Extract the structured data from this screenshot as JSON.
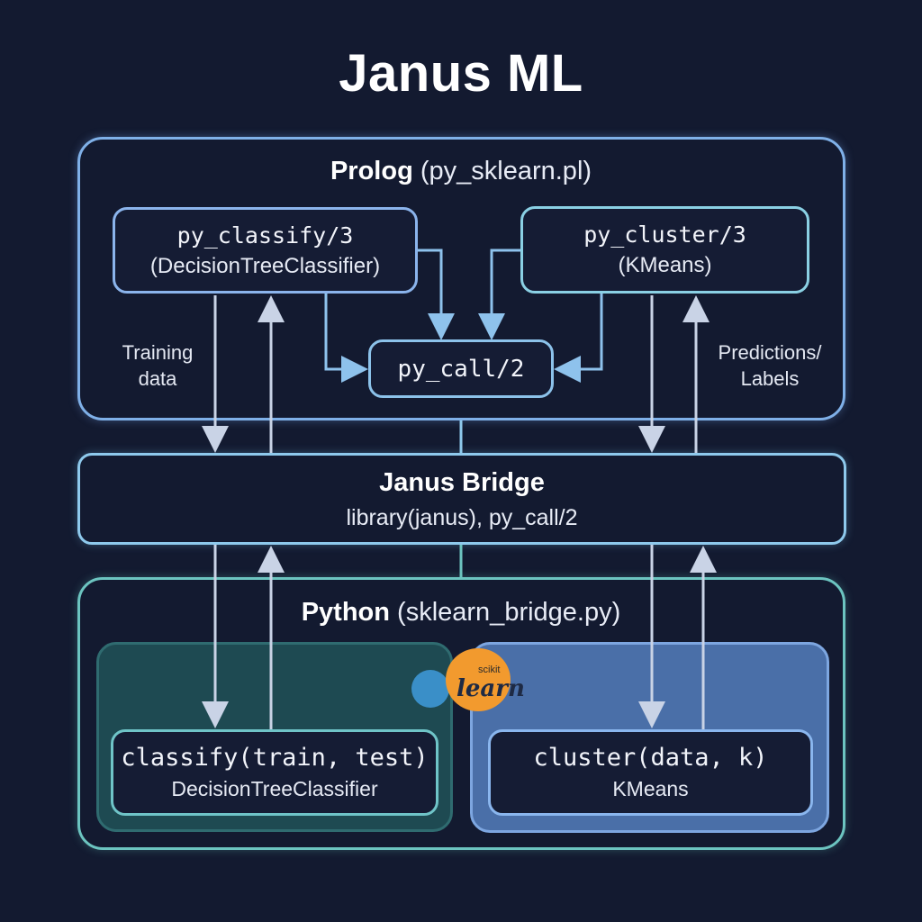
{
  "title": "Janus ML",
  "prolog": {
    "label_bold": "Prolog",
    "label_rest": " (py_sklearn.pl)",
    "classify": {
      "name": "py_classify/3",
      "detail": "(DecisionTreeClassifier)"
    },
    "cluster": {
      "name": "py_cluster/3",
      "detail": "(KMeans)"
    },
    "pycall": "py_call/2"
  },
  "labels": {
    "training": [
      "Training",
      "data"
    ],
    "predictions": [
      "Predictions/",
      "Labels"
    ]
  },
  "bridge": {
    "title": "Janus Bridge",
    "subtitle": "library(janus), py_call/2"
  },
  "python": {
    "label_bold": "Python",
    "label_rest": " (sklearn_bridge.py)",
    "classify": {
      "name": "classify(train, test)",
      "detail": "DecisionTreeClassifier"
    },
    "cluster": {
      "name": "cluster(data, k)",
      "detail": "KMeans"
    }
  },
  "logo": {
    "small": "scikit",
    "big": "learn"
  },
  "colors": {
    "background": "#131a30",
    "prolog_border": "#7fb0e8",
    "bridge_border": "#8ec9ec",
    "python_border": "#6cc4c0",
    "arrow": "#c9d3e6",
    "sklearn_orange": "#f29a2e",
    "sklearn_blue": "#3a8fc8"
  }
}
